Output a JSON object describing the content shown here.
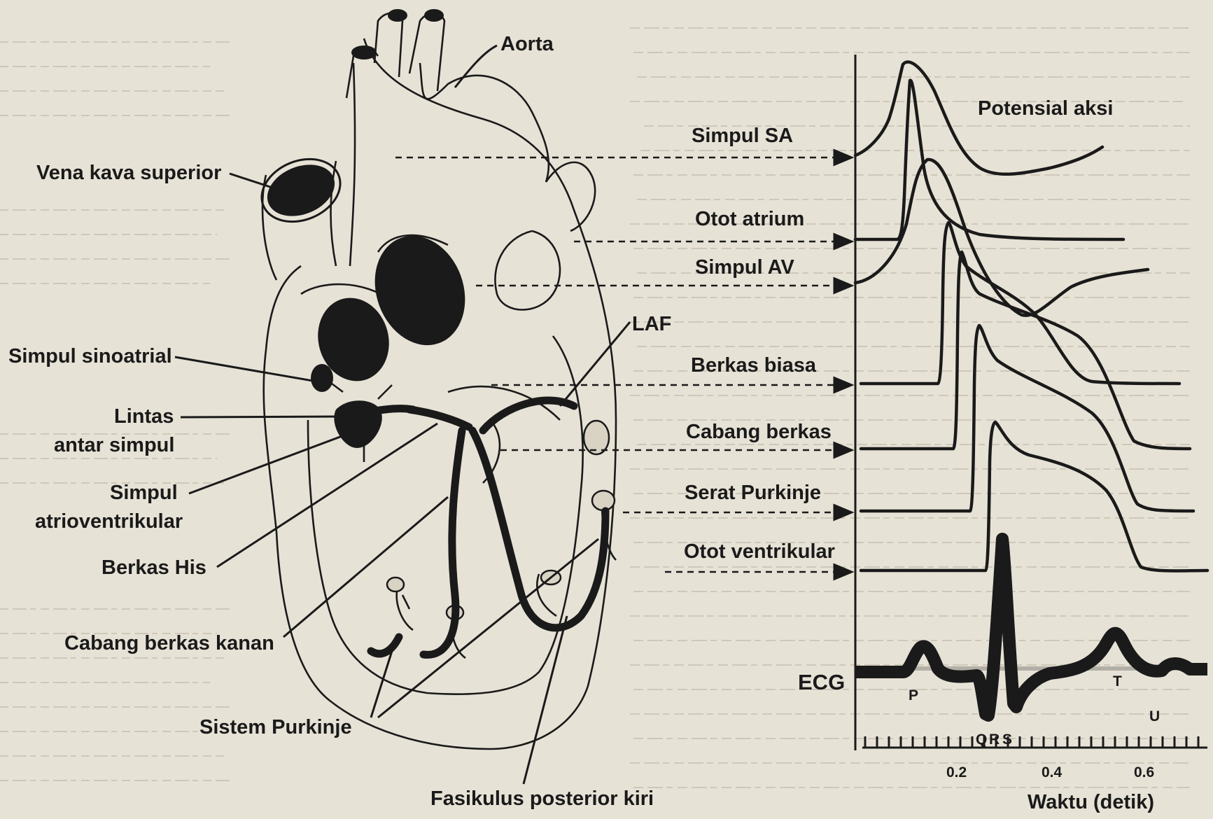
{
  "heart_labels": {
    "vena_kava_superior": "Vena kava superior",
    "aorta": "Aorta",
    "simpul_sinoatrial": "Simpul sinoatrial",
    "lintas_line1": "Lintas",
    "lintas_line2": "antar simpul",
    "simpul_av_line1": "Simpul",
    "simpul_av_line2": "atrioventrikular",
    "berkas_his": "Berkas His",
    "cabang_berkas_kanan": "Cabang berkas kanan",
    "sistem_purkinje": "Sistem Purkinje",
    "fasikulus_posterior_kiri": "Fasikulus posterior kiri",
    "laf": "LAF"
  },
  "trace_labels": {
    "potensial_aksi": "Potensial aksi",
    "simpul_sa": "Simpul SA",
    "otot_atrium": "Otot atrium",
    "simpul_av": "Simpul AV",
    "berkas_biasa": "Berkas biasa",
    "cabang_berkas": "Cabang berkas",
    "serat_purkinje": "Serat Purkinje",
    "otot_ventrikular": "Otot ventrikular"
  },
  "ecg": {
    "label": "ECG",
    "wave_p": "P",
    "wave_q": "Q",
    "wave_r": "R",
    "wave_s": "S",
    "wave_t": "T",
    "wave_u": "U"
  },
  "time_axis": {
    "ticks": [
      "0.2",
      "0.4",
      "0.6"
    ],
    "label": "Waktu (detik)"
  },
  "colors": {
    "ink": "#1a1a1a",
    "paper": "#e7e2d6"
  }
}
